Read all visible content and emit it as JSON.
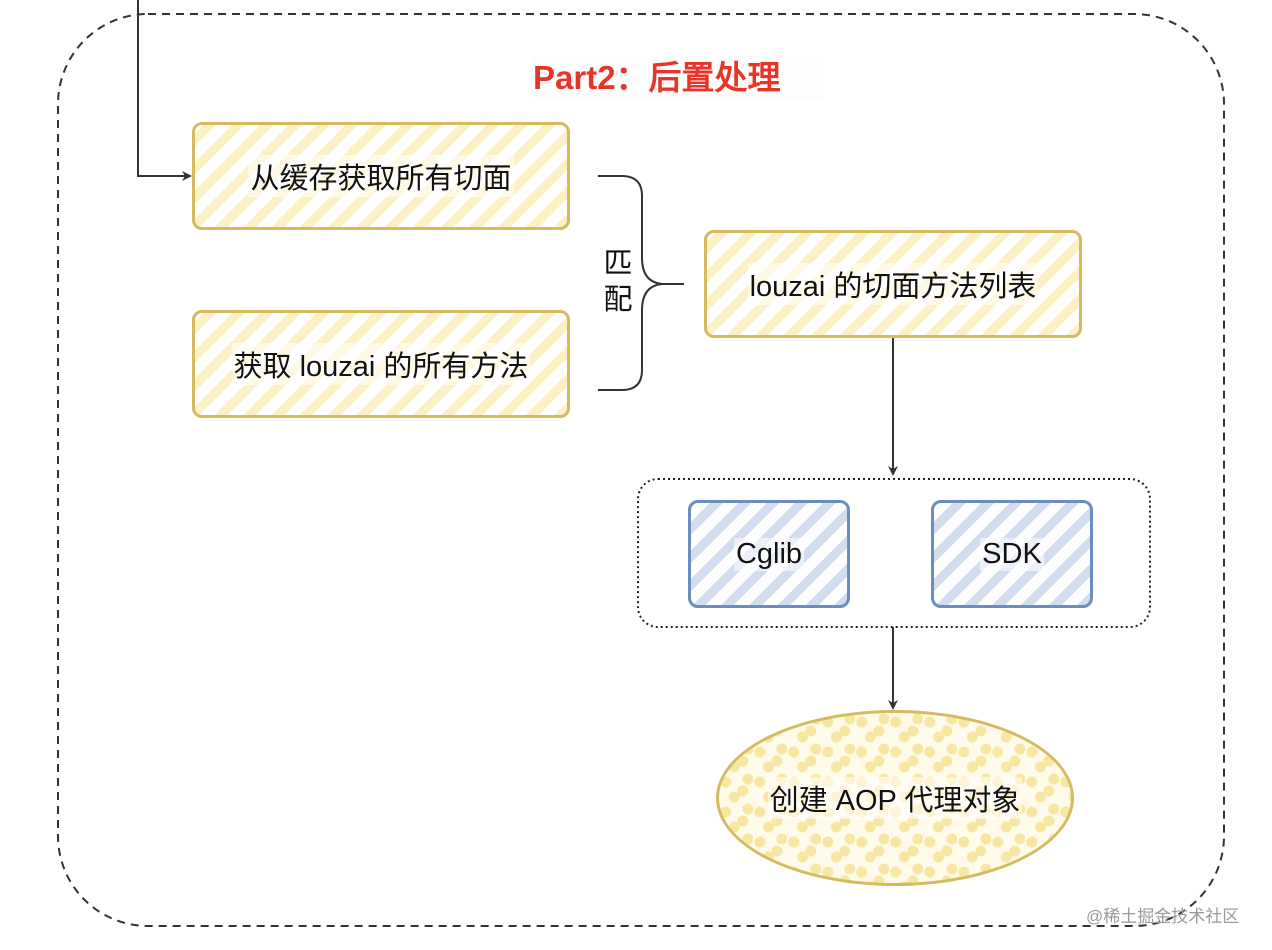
{
  "title": "Part2：后置处理",
  "nodes": {
    "cache_aspects": "从缓存获取所有切面",
    "all_methods": "获取 louzai 的所有方法",
    "aspect_method_list": "louzai 的切面方法列表",
    "cglib": "Cglib",
    "sdk": "SDK",
    "create_proxy": "创建 AOP 代理对象"
  },
  "match_label": "匹配",
  "watermark": "@稀土掘金技术社区",
  "colors": {
    "title": "#e8352a",
    "yellow_border": "#d4bb5e",
    "yellow_fill": "#fbf1c4",
    "blue_border": "#6c8ebf",
    "blue_fill": "#d3ddef",
    "connector": "#333333"
  }
}
